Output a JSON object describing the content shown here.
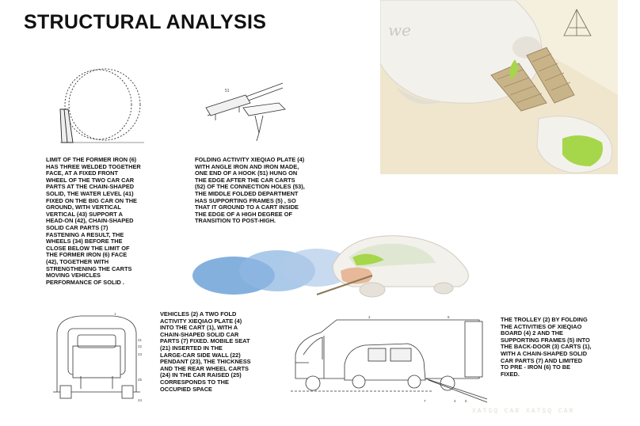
{
  "page": {
    "title": "STRUCTURAL ANALYSIS"
  },
  "captions": {
    "iron_limit": "LIMIT OF THE FORMER IRON (6)\nHAS THREE WELDED TOGETHER\nFACE, AT A FIXED FRONT\nWHEEL OF THE TWO CAR CAR\nPARTS AT THE CHAIN-SHAPED\nSOLID, THE WATER LEVEL (41)\nFIXED ON THE BIG CAR ON THE\nGROUND, WITH VERTICAL\nVERTICAL (43) SUPPORT A\nHEAD-ON (42), CHAIN-SHAPED\nSOLID CAR PARTS (7)\nFASTENING A RESULT, THE\nWHEELS (34) BEFORE THE\nCLOSE BELOW THE LIMIT OF\nTHE FORMER IRON (6) FACE\n(42), TOGETHER WITH\nSTRENGTHENING THE CARTS\nMOVING VEHICLES\nPERFORMANCE OF SOLID .",
    "folding_plate": "FOLDING ACTIVITY XIEQIAO PLATE (4)\nWITH ANGLE IRON AND IRON MADE,\nONE END OF A HOOK (51) HUNG ON\nTHE EDGE AFTER THE CAR CARTS\n(52) OF THE CONNECTION HOLES (53),\nTHE MIDDLE FOLDED DEPARTMENT\nHAS SUPPORTING FRAMES (5) , SO\nTHAT IT GROUND TO A CART INSIDE\nTHE EDGE OF A HIGH DEGREE OF\nTRANSITION TO POST-HIGH.",
    "vehicles": "VEHICLES (2) A TWO FOLD\nACTIVITY XIEQIAO PLATE (4)\nINTO THE CART (1), WITH A\nCHAIN-SHAPED SOLID CAR\nPARTS (7) FIXED. MOBILE SEAT\n(21) INSERTED IN THE\nLARGE-CAR SIDE WALL (22)\nPENDANT (23), THE THICKNESS\nAND THE REAR WHEEL CARTS\n(24) IN THE CAR RAISED (25)\nCORRESPONDS TO THE\nOCCUPIED SPACE",
    "trolley": "THE TROLLEY (2) BY FOLDING\nTHE ACTIVITIES OF XIEQIAO\nBOARD (4) 2 AND THE\nSUPPORTING FRAMES (5) INTO\nTHE BACK-DOOR (3) CARTS (1),\nWITH A CHAIN-SHAPED SOLID\nCAR PARTS (7) AND LIMITED\nTO PRE - IRON (6) TO BE\nFIXED."
  },
  "footer": {
    "watermark": "XATSQ CAR  XATSQ CAR"
  },
  "colors": {
    "ghost_blue_1": "#6ea2d8",
    "ghost_blue_2": "#9cc2e6",
    "ghost_blue_3": "#c5d8ec",
    "shell_white": "#f3f1ec",
    "accent_green": "#a6d64a",
    "ramp_tan": "#c9b48a",
    "photo_bg": "#efe6cd"
  }
}
